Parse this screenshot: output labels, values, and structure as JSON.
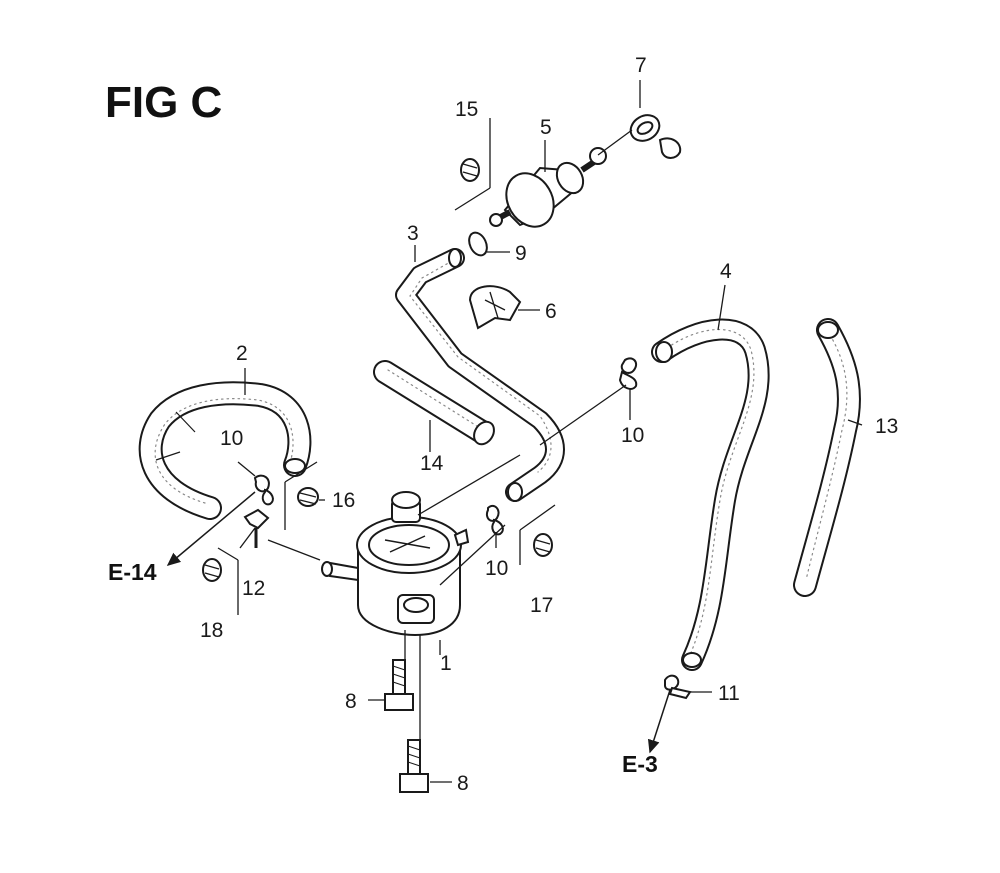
{
  "figure": {
    "title": "FIG C"
  },
  "callouts": {
    "c1": "1",
    "c2": "2",
    "c3": "3",
    "c4": "4",
    "c5": "5",
    "c6": "6",
    "c7": "7",
    "c8a": "8",
    "c8b": "8",
    "c9": "9",
    "c10a": "10",
    "c10b": "10",
    "c10c": "10",
    "c11": "11",
    "c12": "12",
    "c13": "13",
    "c14": "14",
    "c15": "15",
    "c16": "16",
    "c17": "17",
    "c18": "18"
  },
  "references": {
    "r_e14": "E-14",
    "r_e3": "E-3"
  },
  "colors": {
    "ink": "#1a1a1a",
    "background": "#ffffff"
  }
}
